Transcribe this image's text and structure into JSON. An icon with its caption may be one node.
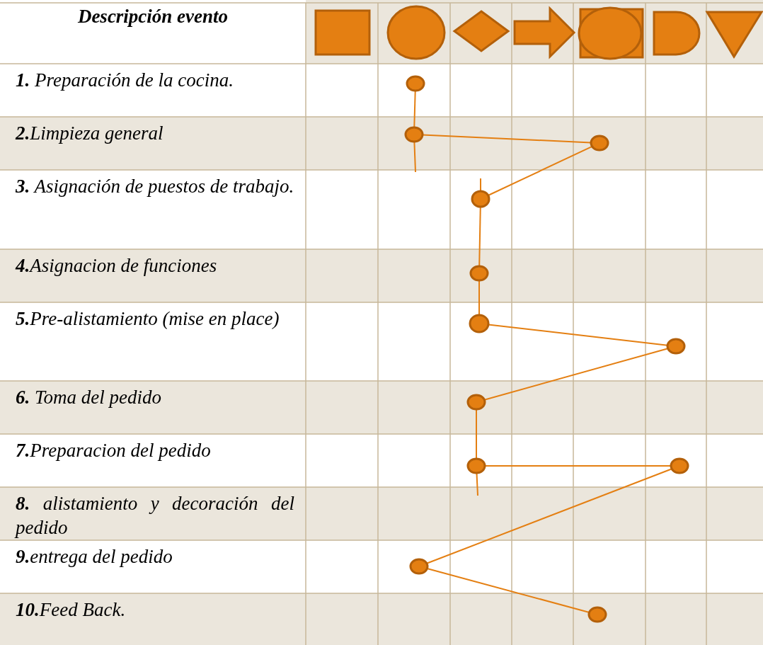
{
  "diagram": {
    "nodes": [
      {
        "text": [],
        "shape": "circle"
      },
      {
        "text": [],
        "shape": "circle"
      },
      {
        "text": [],
        "shape": "circle"
      },
      {
        "text": [],
        "shape": "circle"
      },
      {
        "text": [],
        "shape": "circle"
      },
      {
        "text": [],
        "shape": "circle"
      },
      {
        "text": [],
        "shape": "circle"
      },
      {
        "text": [],
        "shape": "circle"
      },
      {
        "text": [],
        "shape": "circle"
      },
      {
        "text": [],
        "shape": "circle"
      },
      {
        "text": [],
        "shape": "circle"
      },
      {
        "text": [],
        "shape": "circle"
      }
    ],
    "edges": [
      {
        "from": 0,
        "to": 1,
        "arrow": "none"
      },
      {
        "from": 1,
        "to": null,
        "arrow": "none"
      },
      {
        "from": 1,
        "to": 2,
        "arrow": "none"
      },
      {
        "from": 2,
        "to": 3,
        "arrow": "none"
      },
      {
        "from": null,
        "to": 3,
        "arrow": "none"
      },
      {
        "from": 3,
        "to": 4,
        "arrow": "none"
      },
      {
        "from": 4,
        "to": 5,
        "arrow": "none"
      },
      {
        "from": 5,
        "to": 6,
        "arrow": "none"
      },
      {
        "from": 6,
        "to": 7,
        "arrow": "none"
      },
      {
        "from": 7,
        "to": 8,
        "arrow": "none"
      },
      {
        "from": 8,
        "to": null,
        "arrow": "none"
      },
      {
        "from": 8,
        "to": 9,
        "arrow": "none"
      },
      {
        "from": 9,
        "to": 10,
        "arrow": "none"
      },
      {
        "from": 10,
        "to": 11,
        "arrow": "none"
      }
    ],
    "labels": [
      "Descripción evento",
      "**1.** Preparación de la cocina.",
      "**2.**Limpieza general",
      "**3.** Asignación de puestos de trabajo.",
      "**4.**Asignacion de funciones",
      "**5.**Pre-alistamiento (mise en place)",
      "**6.** Toma del pedido",
      "**7.**Preparacion del pedido",
      "**8.** alistamiento y decoración del pedido",
      "**9.**entrega del pedido",
      "**10.**Feed Back."
    ]
  }
}
